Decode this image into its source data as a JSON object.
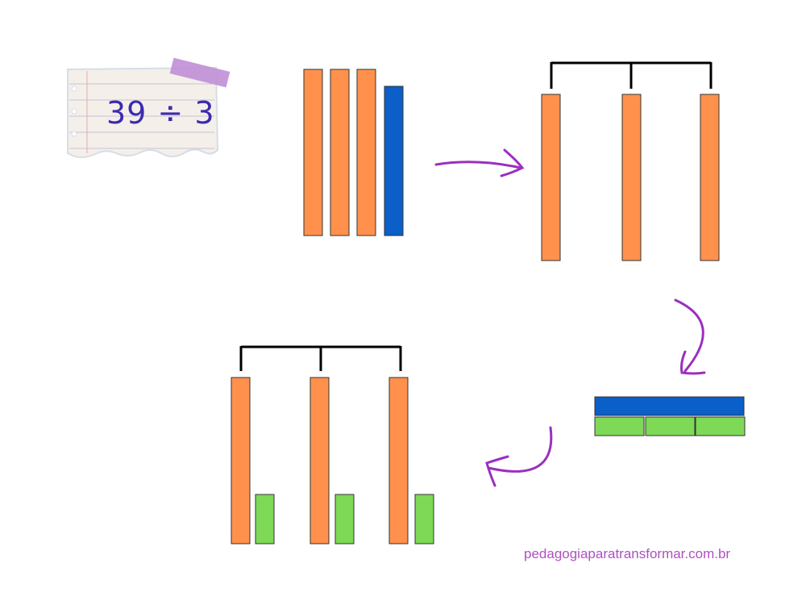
{
  "note": {
    "expression": "39 ÷ 3"
  },
  "footer": {
    "website": "pedagogiaparatransformar.com.br"
  },
  "colors": {
    "ten_rod": "#ff914d",
    "exchanged_ten": "#0a5fc9",
    "unit": "#7ed957",
    "arrow": "#9b2fbf",
    "bracket": "#000000",
    "tape": "#c08fd6",
    "paper": "#f4efe9",
    "footer": "#b04fc2"
  },
  "steps": [
    {
      "name": "initial",
      "tens": 3,
      "exchanged_tens": 1
    },
    {
      "name": "distribute-tens",
      "groups": 3,
      "tens_per_group": 1
    },
    {
      "name": "exchange",
      "tens": 1,
      "units": 3
    },
    {
      "name": "result",
      "groups": 3,
      "tens_per_group": 1,
      "units_per_group": 1
    }
  ],
  "icons": {
    "arrow_1": "curved-arrow-right-icon",
    "arrow_2": "curved-arrow-down-icon",
    "arrow_3": "curved-arrow-left-icon"
  }
}
